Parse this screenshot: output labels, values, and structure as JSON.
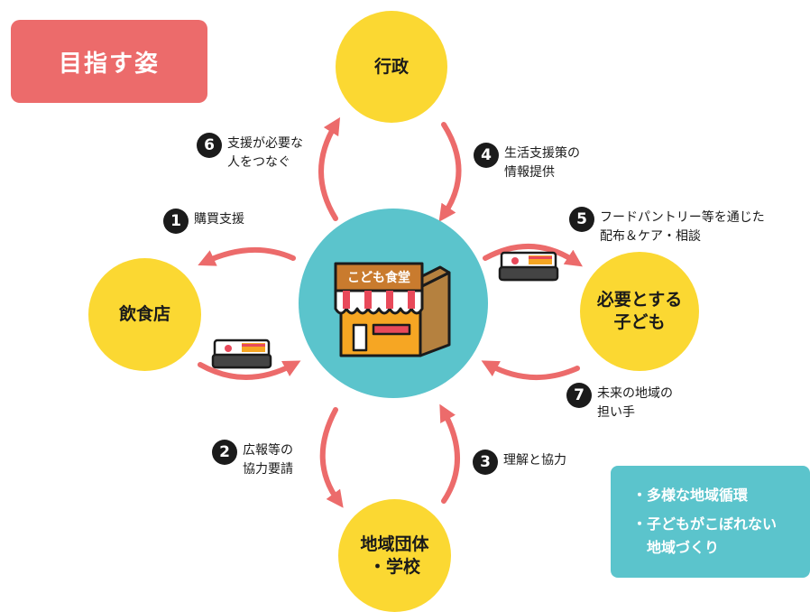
{
  "title": "目指す姿",
  "nodes": {
    "gyosei": "行政",
    "inshokuten": "飲食店",
    "kodomo": "必要とする\n子ども",
    "chiiki": "地域団体\n・学校"
  },
  "center": {
    "sign": "こども食堂"
  },
  "steps": [
    {
      "num": "1",
      "text": "購買支援"
    },
    {
      "num": "2",
      "text": "広報等の\n協力要請"
    },
    {
      "num": "3",
      "text": "理解と協力"
    },
    {
      "num": "4",
      "text": "生活支援策の\n情報提供"
    },
    {
      "num": "5",
      "text": "フードパントリー等を通じた\n配布＆ケア・相談"
    },
    {
      "num": "6",
      "text": "支援が必要な\n人をつなぐ"
    },
    {
      "num": "7",
      "text": "未来の地域の\n担い手"
    }
  ],
  "goals": [
    "・多様な地域循環",
    "・子どもがこぼれない\n　地域づくり"
  ],
  "colors": {
    "title_bg": "#ec6b6b",
    "node_yellow": "#fbd832",
    "center_teal": "#5bc4cc",
    "arrow": "#ec6b6b",
    "number_badge": "#1b1b1b"
  }
}
